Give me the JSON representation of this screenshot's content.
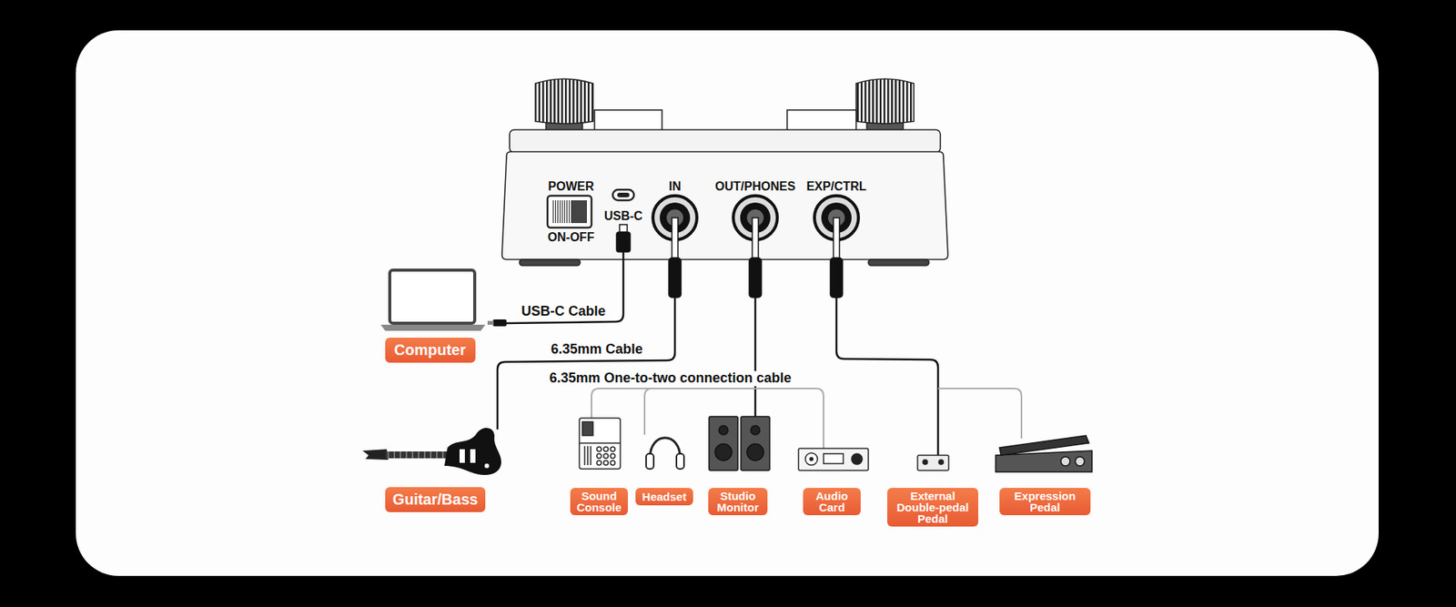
{
  "diagram": {
    "nodes": [
      {
        "text": [
          "Computer"
        ]
      },
      {
        "text": [
          "Guitar/Bass"
        ]
      },
      {
        "text": [
          "Sound Console"
        ]
      },
      {
        "text": [
          "Headset"
        ]
      },
      {
        "text": [
          "Studio Monitor"
        ]
      },
      {
        "text": [
          "Audio Card"
        ]
      },
      {
        "text": [
          "External Double-pedal Pedal"
        ]
      },
      {
        "text": [
          "Expression Pedal"
        ]
      }
    ],
    "labels": [
      "POWER",
      "ON-OFF",
      "USB-C",
      "IN",
      "OUT/PHONES",
      "EXP/CTRL",
      "USB-C Cable",
      "6.35mm Cable",
      "6.35mm One-to-two connection cable"
    ]
  }
}
